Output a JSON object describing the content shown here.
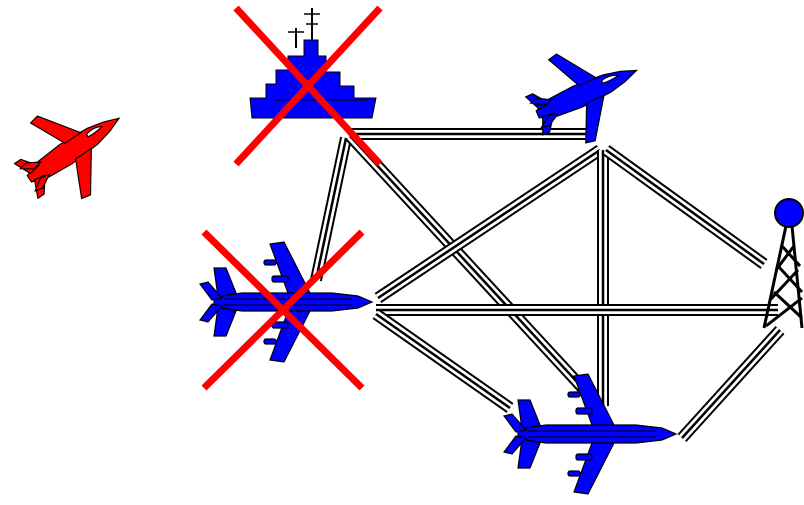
{
  "colors": {
    "friendly": "#0000ff",
    "hostile": "#ff0000",
    "destroyed_mark": "#ff0000",
    "link": "#000000",
    "outline": "#000000",
    "background": "#ffffff"
  },
  "nodes": [
    {
      "id": "fighter-hostile",
      "kind": "fighter",
      "affiliation": "hostile",
      "status": "active"
    },
    {
      "id": "ship",
      "kind": "ship",
      "affiliation": "friendly",
      "status": "destroyed"
    },
    {
      "id": "fighter-friendly",
      "kind": "fighter",
      "affiliation": "friendly",
      "status": "active"
    },
    {
      "id": "aew-left",
      "kind": "aew-aircraft",
      "affiliation": "friendly",
      "status": "destroyed"
    },
    {
      "id": "aew-bottom",
      "kind": "aew-aircraft",
      "affiliation": "friendly",
      "status": "active"
    },
    {
      "id": "tower",
      "kind": "radio-tower",
      "affiliation": "friendly",
      "status": "active"
    }
  ],
  "links": [
    [
      "ship",
      "fighter-friendly"
    ],
    [
      "ship",
      "aew-left"
    ],
    [
      "ship",
      "aew-bottom"
    ],
    [
      "fighter-friendly",
      "aew-left"
    ],
    [
      "fighter-friendly",
      "aew-bottom"
    ],
    [
      "fighter-friendly",
      "tower"
    ],
    [
      "aew-left",
      "tower"
    ],
    [
      "aew-left",
      "aew-bottom"
    ],
    [
      "aew-bottom",
      "tower"
    ]
  ]
}
